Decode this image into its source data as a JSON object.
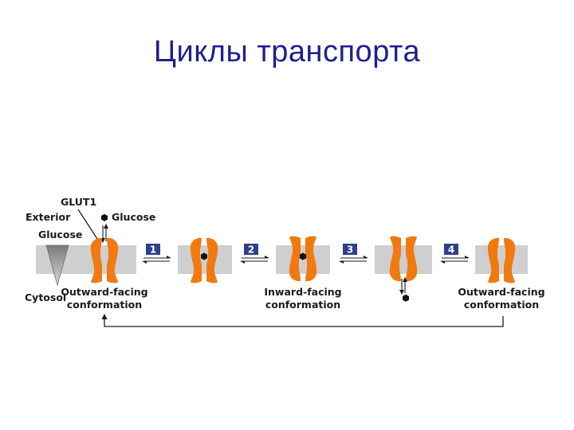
{
  "title": "Циклы транспорта",
  "labels": {
    "glut1": "GLUT1",
    "exterior": "Exterior",
    "glucose_top": "Glucose",
    "glucose_gradient": "Glucose",
    "cytosol": "Cytosol",
    "outward1_line1": "Outward-facing",
    "outward1_line2": "conformation",
    "inward_line1": "Inward-facing",
    "inward_line2": "conformation",
    "outward2_line1": "Outward-facing",
    "outward2_line2": "conformation"
  },
  "steps": [
    "1",
    "2",
    "3",
    "4"
  ],
  "colors": {
    "title": "#1f1f8f",
    "protein": "#f07a10",
    "membrane": "#cfcfcf",
    "step_box": "#2e3f8c",
    "glucose": "#111111",
    "gradient": "#8a8a8a"
  }
}
